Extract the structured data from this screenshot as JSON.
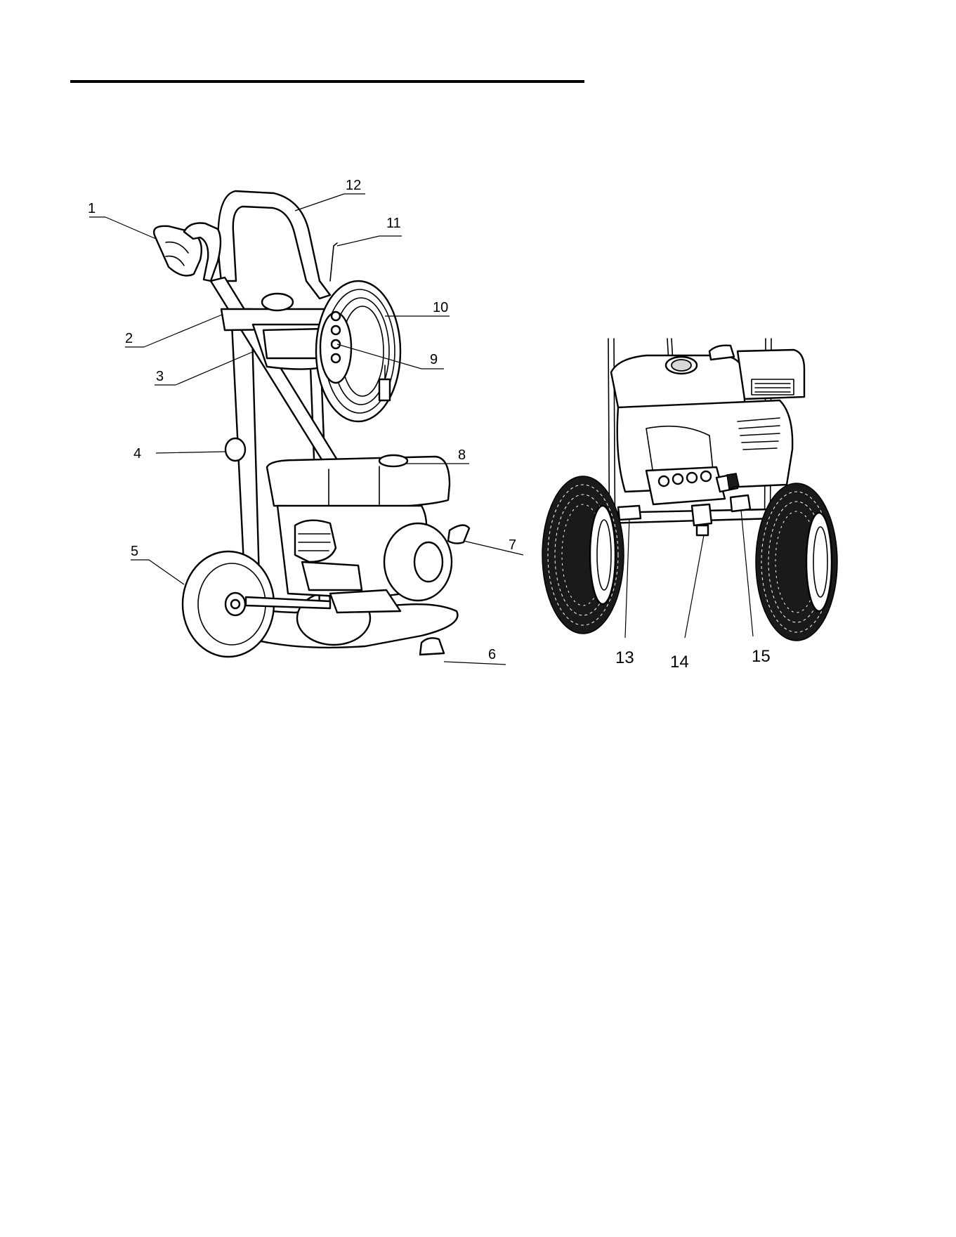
{
  "front_view": {
    "callouts": [
      {
        "num": "1"
      },
      {
        "num": "2"
      },
      {
        "num": "3"
      },
      {
        "num": "4"
      },
      {
        "num": "5"
      },
      {
        "num": "6"
      },
      {
        "num": "7"
      },
      {
        "num": "8"
      },
      {
        "num": "9"
      },
      {
        "num": "10"
      },
      {
        "num": "11"
      },
      {
        "num": "12"
      }
    ]
  },
  "rear_view": {
    "callouts": [
      {
        "num": "13"
      },
      {
        "num": "14"
      },
      {
        "num": "15"
      }
    ]
  },
  "colors": {
    "ink": "#000000",
    "paper": "#ffffff",
    "tire_tread": "#1a1a1a"
  }
}
